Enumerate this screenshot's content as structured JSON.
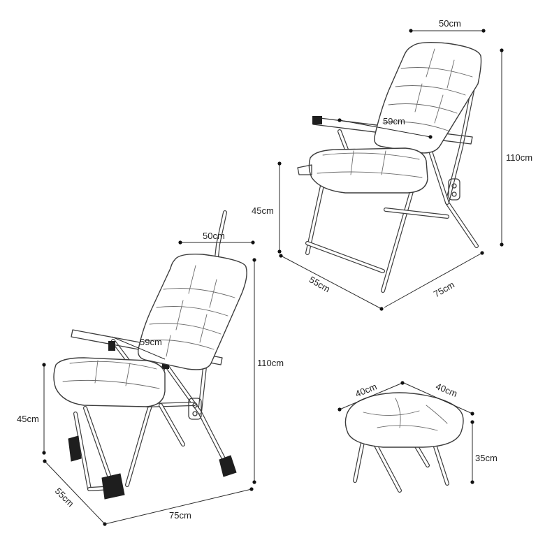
{
  "dimensions": {
    "chair_front": {
      "width": "50cm",
      "depth": "59cm",
      "height": "110cm",
      "seat_height": "45cm",
      "length": "75cm",
      "side": "55cm"
    },
    "chair_back": {
      "width": "50cm",
      "depth": "59cm",
      "height": "110cm",
      "seat_height": "45cm",
      "length": "75cm",
      "side": "55cm"
    },
    "ottoman": {
      "width": "40cm",
      "depth": "40cm",
      "height": "35cm"
    }
  },
  "colors": {
    "line": "#3c3c3c",
    "fill": "#ffffff",
    "feet": "#1e1e1e"
  }
}
